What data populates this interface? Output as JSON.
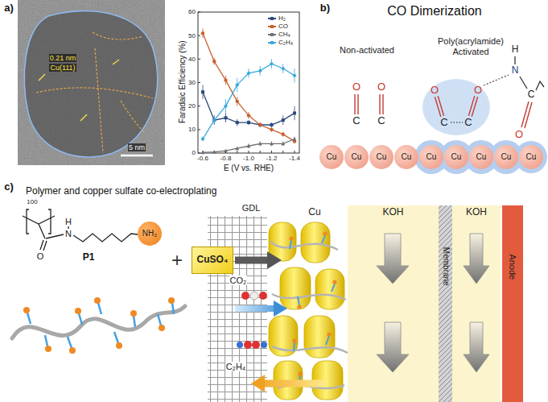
{
  "diagram": {
    "nodes": [
      {
        "text": [
          "Cu"
        ]
      },
      {
        "text": [
          "Cu"
        ]
      },
      {
        "text": [
          "Cu"
        ]
      },
      {
        "text": [
          "Cu"
        ]
      },
      {
        "text": [
          "Cu"
        ]
      },
      {
        "text": [
          "Cu"
        ]
      },
      {
        "text": [
          "Cu"
        ]
      },
      {
        "text": [
          "Cu"
        ]
      },
      {
        "text": [
          "Cu"
        ]
      },
      {
        "text": [
          "NH₂"
        ]
      },
      {
        "text": [
          "CuSO₄"
        ]
      },
      {
        "text": [
          "Cu"
        ]
      },
      {
        "text": [
          "KOH"
        ]
      },
      {
        "text": [
          "Membrane"
        ]
      },
      {
        "text": [
          "KOH"
        ]
      },
      {
        "text": [
          "Anode"
        ]
      }
    ],
    "edges": [
      {
        "from": 10,
        "to": 11,
        "arrow": "to"
      }
    ],
    "labels": [
      "a)",
      "0.21 nm",
      "Cu(111)",
      "5 nm",
      "Faradaic Efficiency (%)",
      "E (V vs. RHE)",
      "0",
      "10",
      "20",
      "30",
      "40",
      "50",
      "60",
      "-0.6",
      "-0.8",
      "-1.0",
      "-1.2",
      "-1.4",
      "b)",
      "CO Dimerization",
      "Non-activated",
      "Poly(acrylamide) Activated",
      "O",
      "C",
      "O",
      "C",
      "O",
      "C",
      "O",
      "C",
      "H",
      "N",
      "C",
      "O",
      "c)",
      "Polymer and copper sulfate co-electroplating",
      "100",
      "O",
      "H",
      "N",
      "P1",
      "+",
      "GDL",
      "CO₂",
      "C₂H₄"
    ],
    "legend": [
      {
        "text": "H₂",
        "color": "#2b4a7c"
      },
      {
        "text": "CO",
        "color": "#c8602f"
      },
      {
        "text": "CH₄",
        "color": "#707070"
      },
      {
        "text": "C₂H₄",
        "color": "#3aa9dc"
      }
    ]
  }
}
